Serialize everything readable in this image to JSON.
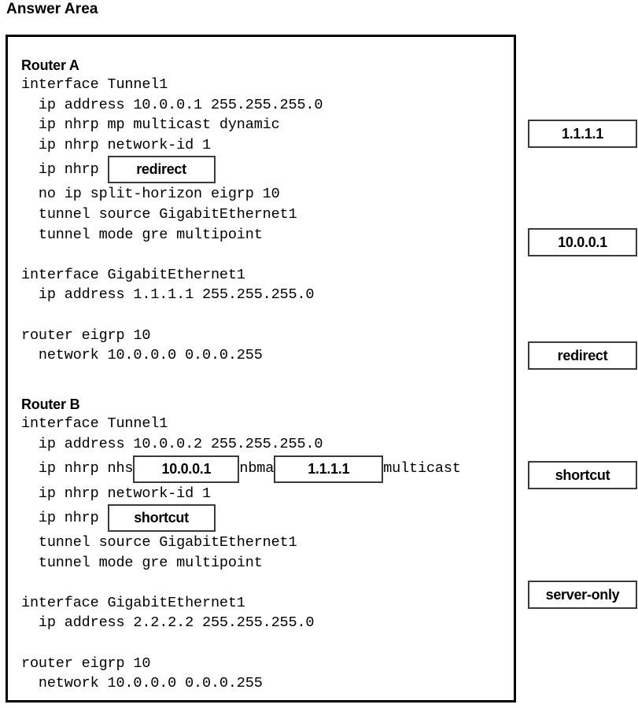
{
  "page": {
    "title": "Answer Area"
  },
  "config_panel": {
    "router_a": {
      "label": "Router A",
      "lines": [
        "interface Tunnel1",
        "  ip address 10.0.0.1 255.255.255.0",
        "  ip nhrp mp multicast dynamic",
        "  ip nhrp network-id 1"
      ],
      "nhrp_prefix": "  ip nhrp ",
      "nhrp_dropped_value": "redirect",
      "lines_after": [
        "  no ip split-horizon eigrp 10",
        "  tunnel source GigabitEthernet1",
        "  tunnel mode gre multipoint"
      ],
      "interface_block": [
        "interface GigabitEthernet1",
        "  ip address 1.1.1.1 255.255.255.0"
      ],
      "eigrp_block": [
        "router eigrp 10",
        "  network 10.0.0.0 0.0.0.255"
      ]
    },
    "router_b": {
      "label": "Router B",
      "lines": [
        "interface Tunnel1",
        "  ip address 10.0.0.2 255.255.255.0"
      ],
      "nhs_line": {
        "prefix": "  ip nhrp nhs",
        "nhs_value": "10.0.0.1",
        "mid": "nbma",
        "nbma_value": "1.1.1.1",
        "suffix": "multicast"
      },
      "network_id_line": "  ip nhrp network-id 1",
      "nhrp_prefix": "  ip nhrp ",
      "nhrp_dropped_value": "shortcut",
      "lines_after": [
        "  tunnel source GigabitEthernet1",
        "  tunnel mode gre multipoint"
      ],
      "interface_block": [
        "interface GigabitEthernet1",
        "  ip address 2.2.2.2 255.255.255.0"
      ],
      "eigrp_block": [
        "router eigrp 10",
        "  network 10.0.0.0 0.0.0.255"
      ]
    }
  },
  "options": [
    {
      "label": "1.1.1.1"
    },
    {
      "label": "10.0.0.1"
    },
    {
      "label": "redirect"
    },
    {
      "label": "shortcut"
    },
    {
      "label": "server-only"
    }
  ],
  "colors": {
    "panel_border": "#000000",
    "box_border": "#3a3a3a",
    "background": "#ffffff",
    "text": "#000000"
  }
}
